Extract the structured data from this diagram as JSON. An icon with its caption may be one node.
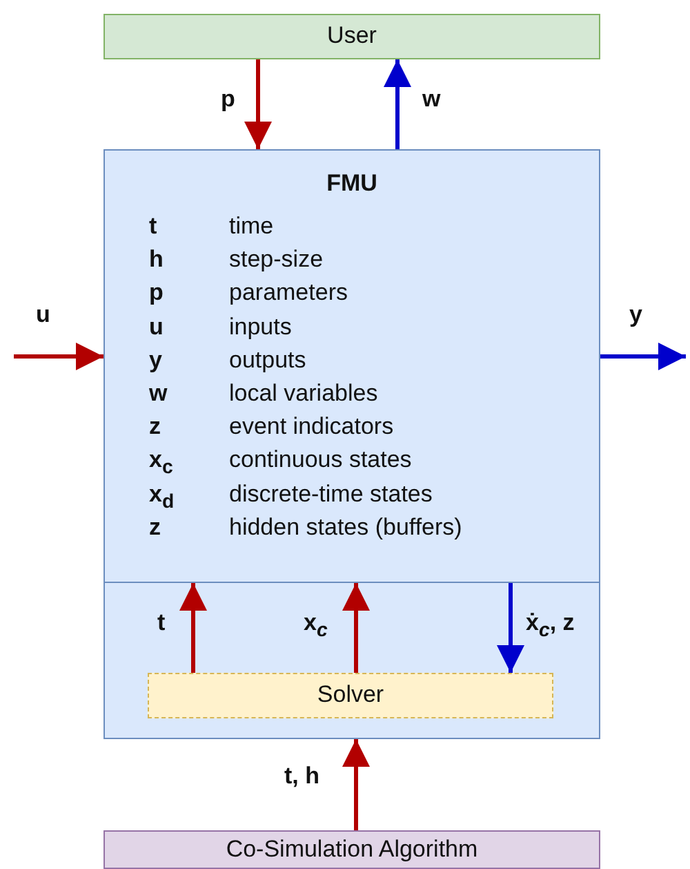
{
  "diagram": {
    "nodes": [
      {
        "text": [
          "User"
        ]
      },
      {
        "text": [],
        "shape": "box"
      },
      {
        "text": [
          "FMU",
          "t",
          "time",
          "h",
          "step-size",
          "p",
          "parameters",
          "u",
          "inputs",
          "y",
          "outputs",
          "w",
          "local variables",
          "z",
          "event indicators",
          "x$_{c}$",
          "continuous states",
          "x$_{d}$",
          "discrete-time states",
          "z",
          "hidden states (buffers)"
        ],
        "in": 1
      },
      {
        "text": [
          "Solver"
        ],
        "in": 1
      },
      {
        "text": [
          "Co-Simulation Algorithm"
        ]
      }
    ],
    "edges": [
      {
        "from": 0,
        "to": 2,
        "arrow": "to",
        "label": "p"
      },
      {
        "from": 2,
        "to": 0,
        "arrow": "to",
        "label": "w",
        "color": "#0000cc"
      },
      {
        "from": null,
        "to": 2,
        "arrow": "to",
        "label": "u"
      },
      {
        "from": 2,
        "to": null,
        "arrow": "to",
        "label": "y",
        "color": "#0000cc"
      },
      {
        "from": 3,
        "to": 2,
        "arrow": "to",
        "label": "t"
      },
      {
        "from": 3,
        "to": 2,
        "arrow": "to",
        "label": "x$_{c}$"
      },
      {
        "from": 2,
        "to": 3,
        "arrow": "to",
        "label": "ẋ$_{c}$, z",
        "color": "#0000cc"
      },
      {
        "from": 4,
        "to": 1,
        "arrow": "to",
        "label": "t, h"
      }
    ]
  }
}
